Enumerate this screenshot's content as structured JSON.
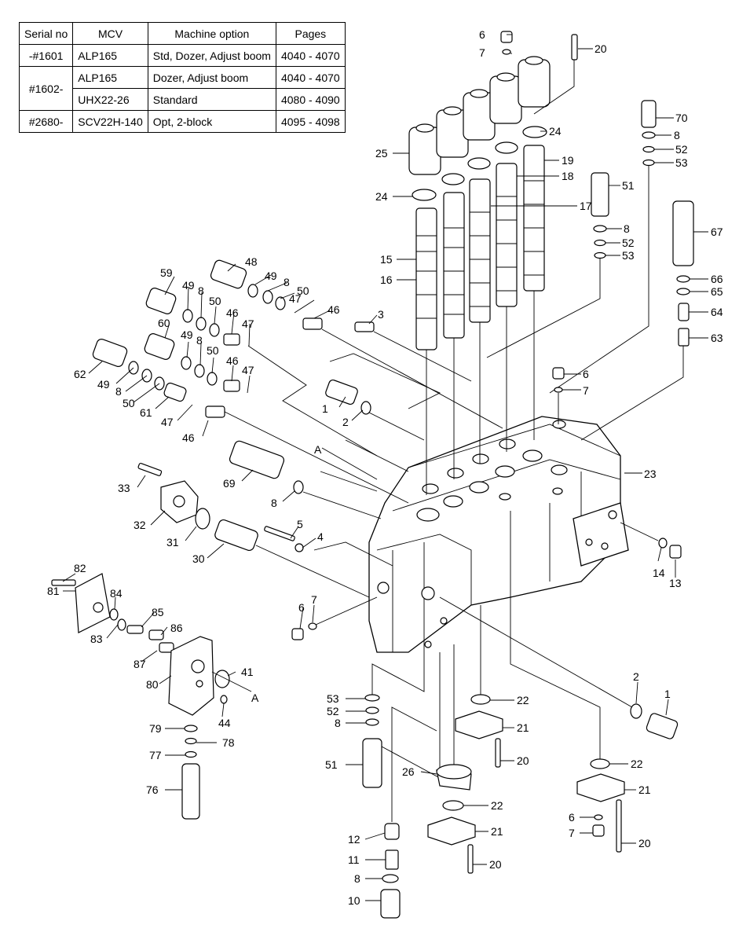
{
  "table": {
    "headers": [
      "Serial no",
      "MCV",
      "Machine option",
      "Pages"
    ],
    "rows": [
      {
        "serial": "-#1601",
        "mcv": "ALP165",
        "option": "Std, Dozer, Adjust boom",
        "pages": "4040 - 4070"
      },
      {
        "serial": "#1602-",
        "mcv": "ALP165",
        "option": "Dozer, Adjust boom",
        "pages": "4040 - 4070"
      },
      {
        "serial": "",
        "mcv": "UHX22-26",
        "option": "Standard",
        "pages": "4080 - 4090"
      },
      {
        "serial": "#2680-",
        "mcv": "SCV22H-140",
        "option": "Opt, 2-block",
        "pages": "4095 - 4098"
      }
    ]
  },
  "callouts": {
    "p1a": "1",
    "p1b": "1",
    "p2a": "2",
    "p2b": "2",
    "p3": "3",
    "p4": "4",
    "p5": "5",
    "p6a": "6",
    "p6b": "6",
    "p6c": "6",
    "p6d": "6",
    "p7a": "7",
    "p7b": "7",
    "p7c": "7",
    "p7d": "7",
    "p8a": "8",
    "p8b": "8",
    "p8c": "8",
    "p8d": "8",
    "p8e": "8",
    "p8f": "8",
    "p8g": "8",
    "p8h": "8",
    "p8i": "8",
    "p10": "10",
    "p11": "11",
    "p12": "12",
    "p13": "13",
    "p14": "14",
    "p15": "15",
    "p16": "16",
    "p17": "17",
    "p18": "18",
    "p19": "19",
    "p20a": "20",
    "p20b": "20",
    "p20c": "20",
    "p20d": "20",
    "p21a": "21",
    "p21b": "21",
    "p21c": "21",
    "p22a": "22",
    "p22b": "22",
    "p22c": "22",
    "p23": "23",
    "p24a": "24",
    "p24b": "24",
    "p25": "25",
    "p26": "26",
    "p30": "30",
    "p31": "31",
    "p32": "32",
    "p33": "33",
    "p41": "41",
    "p44": "44",
    "p46a": "46",
    "p46b": "46",
    "p46c": "46",
    "p46d": "46",
    "p47a": "47",
    "p47b": "47",
    "p47c": "47",
    "p47d": "47",
    "p48": "48",
    "p49a": "49",
    "p49b": "49",
    "p49c": "49",
    "p50a": "50",
    "p50b": "50",
    "p50c": "50",
    "p50d": "50",
    "p51a": "51",
    "p51b": "51",
    "p52a": "52",
    "p52b": "52",
    "p52c": "52",
    "p53a": "53",
    "p53b": "53",
    "p53c": "53",
    "p59": "59",
    "p60": "60",
    "p61": "61",
    "p62": "62",
    "p63": "63",
    "p64": "64",
    "p65": "65",
    "p66": "66",
    "p67": "67",
    "p69": "69",
    "p70": "70",
    "p76": "76",
    "p77": "77",
    "p78": "78",
    "p79": "79",
    "p80": "80",
    "p81": "81",
    "p82": "82",
    "p83": "83",
    "p84": "84",
    "p85": "85",
    "p86": "86",
    "p87": "87",
    "refA1": "A",
    "refA2": "A"
  }
}
